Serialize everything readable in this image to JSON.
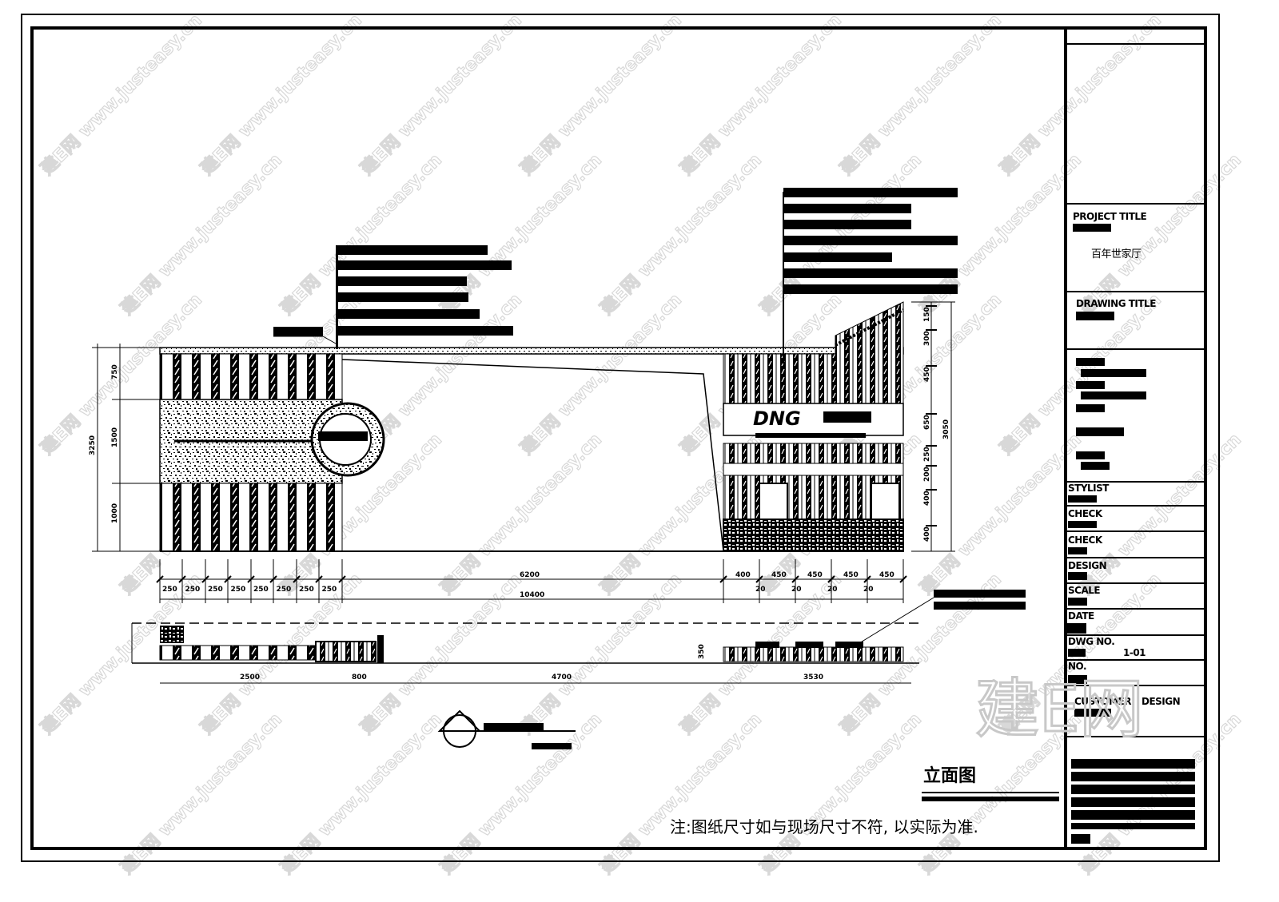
{
  "drawing": {
    "title": "立面图",
    "note": "注:图纸尺寸如与现场尺寸不符, 以实际为准.",
    "logo_text": "DNG"
  },
  "title_block": {
    "project_title_label": "PROJECT TITLE",
    "project_name": "百年世家厅",
    "drawing_title_label": "DRAWING TITLE",
    "stylist_label": "STYLIST",
    "check_label_1": "CHECK",
    "check_label_2": "CHECK",
    "design_label": "DESIGN",
    "scale_label": "SCALE",
    "date_label": "DATE",
    "dwg_no_label": "DWG NO.",
    "dwg_no_value": "1-01",
    "no_label": "NO.",
    "customer_label": "CUSTOMER",
    "customer_design_label": "DESIGN"
  },
  "dimensions": {
    "left_vertical": [
      "750",
      "1500",
      "1000"
    ],
    "left_total": "3250",
    "bottom_segments": [
      "250",
      "250",
      "250",
      "250",
      "250",
      "250",
      "250",
      "250"
    ],
    "middle_span": "6200",
    "right_segments": [
      "400",
      "450",
      "450",
      "450",
      "450"
    ],
    "right_sub": [
      "20",
      "20",
      "20",
      "20"
    ],
    "overall": "10400",
    "plan": [
      "2500",
      "800",
      "4700",
      "3530"
    ],
    "right_vertical": [
      "150",
      "300",
      "450",
      "650",
      "250",
      "200",
      "400",
      "400"
    ],
    "right_total": "3050",
    "plan_height": "350"
  },
  "watermark": {
    "text": "www.justeasy.cn",
    "brand": "建E网"
  }
}
